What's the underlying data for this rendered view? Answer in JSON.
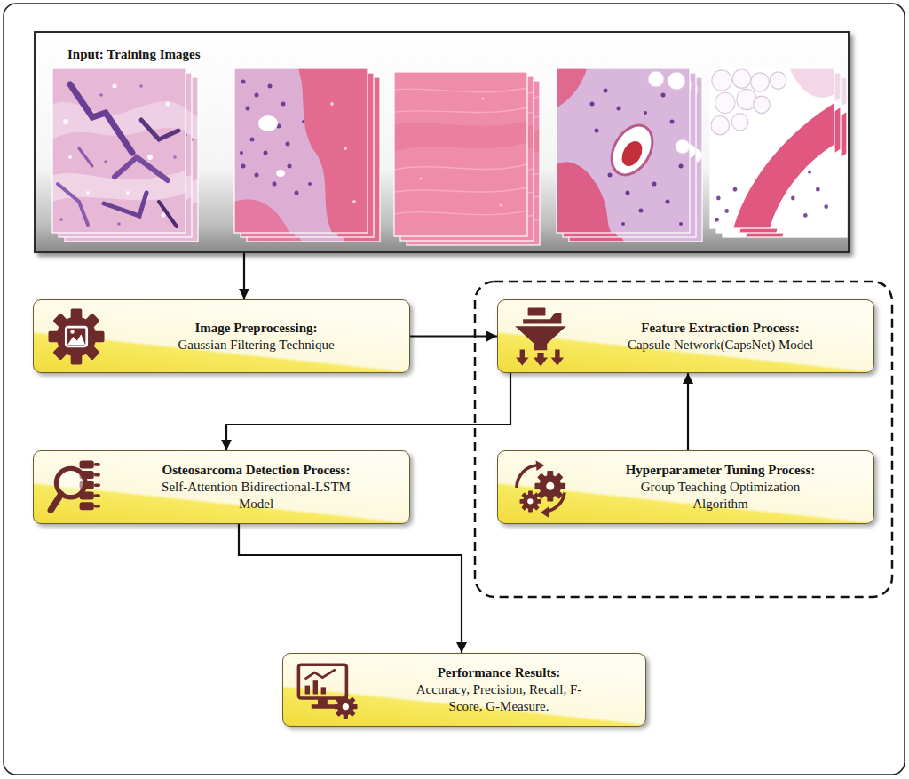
{
  "diagram": {
    "nodes": [
      {
        "text": [
          "Input: Training Images"
        ]
      },
      {
        "text": [
          "Image Preprocessing:",
          "Gaussian Filtering Technique"
        ]
      },
      {
        "text": [
          "Feature Extraction Process:",
          "Capsule Network(CapsNet) Model"
        ]
      },
      {
        "text": [
          "Osteosarcoma Detection Process:",
          "Self-Attention Bidirectional-LSTM Model"
        ]
      },
      {
        "text": [
          "Hyperparameter Tuning Process:",
          "Group Teaching Optimization Algorithm"
        ]
      },
      {
        "text": [
          "Performance Results:",
          "Accuracy, Precision, Recall, F-Score, G-Measure."
        ]
      }
    ],
    "edges": [
      {
        "from": 0,
        "to": 1,
        "arrow": "to"
      },
      {
        "from": 1,
        "to": 2,
        "arrow": "to"
      },
      {
        "from": 4,
        "to": 2,
        "arrow": "to"
      },
      {
        "from": 2,
        "to": 3,
        "arrow": "to"
      },
      {
        "from": 3,
        "to": 5,
        "arrow": "to"
      }
    ]
  }
}
